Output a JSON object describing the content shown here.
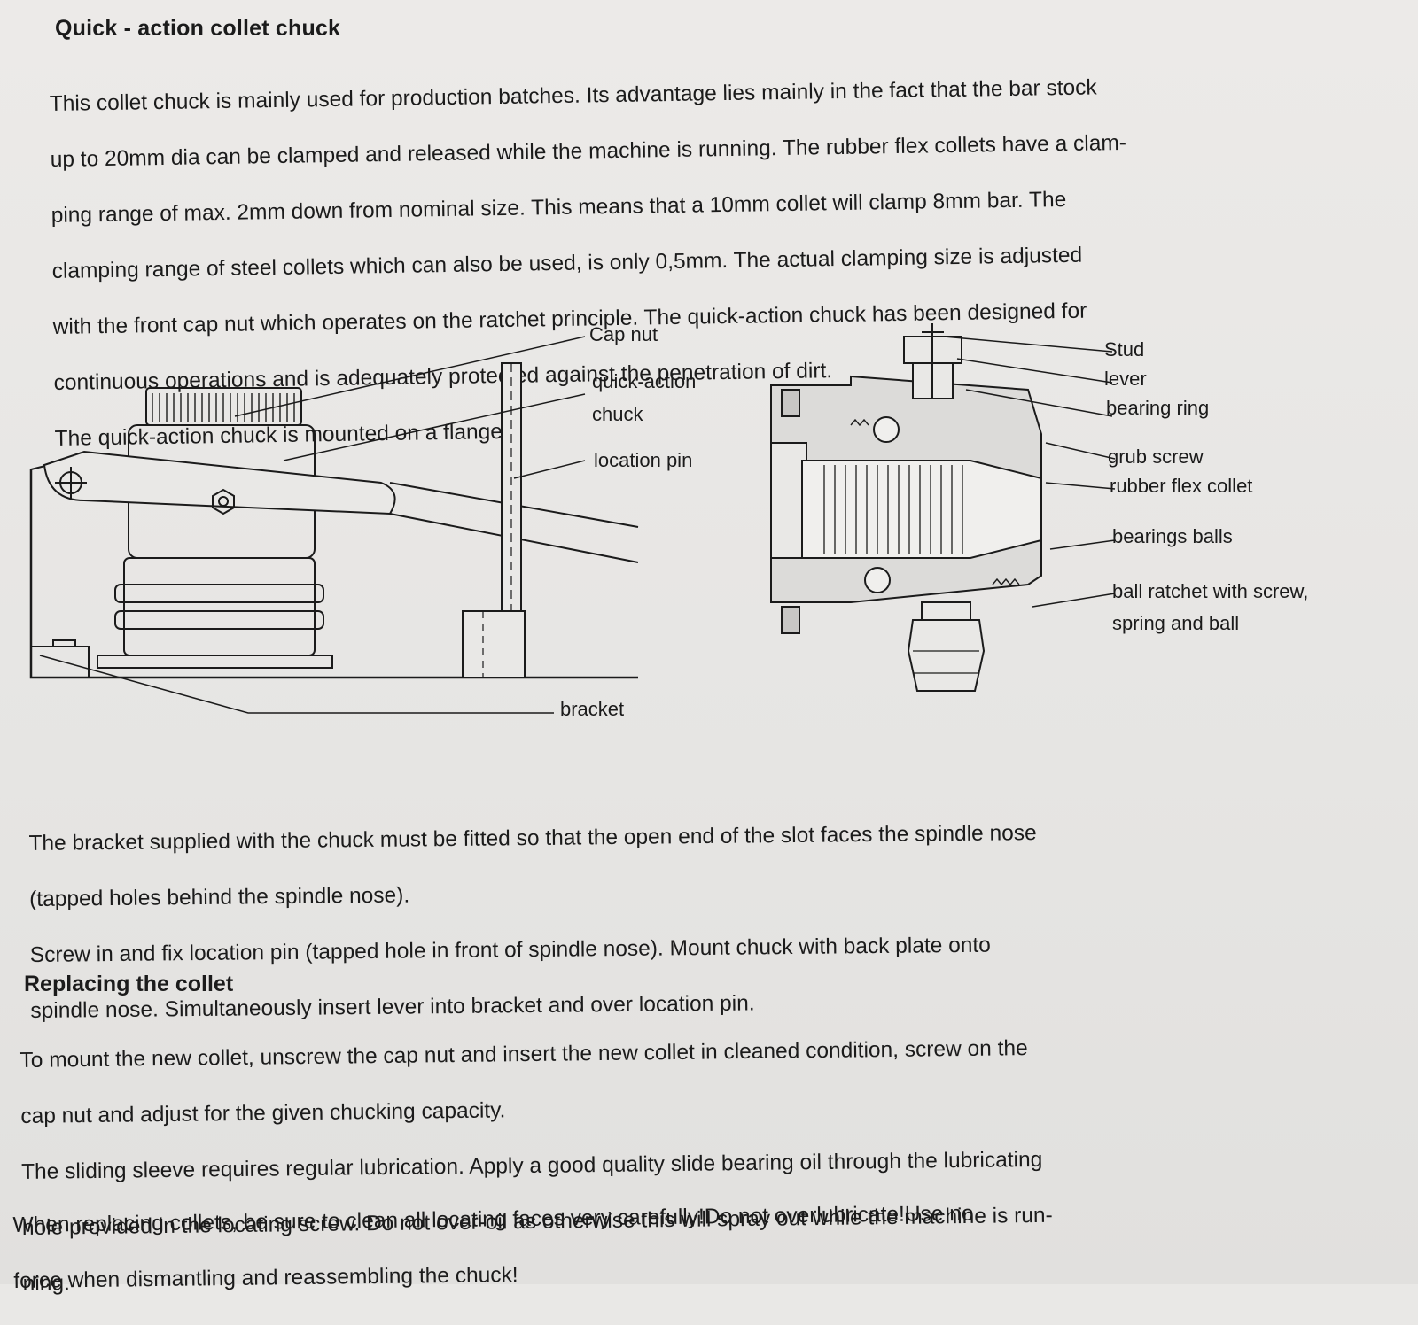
{
  "title": "Quick - action collet chuck",
  "intro_lines": [
    "This collet chuck is mainly used for production batches. Its advantage lies mainly in the fact that the bar stock",
    "up to 20mm dia can be clamped and released while the machine is running. The rubber flex collets have a clam-",
    "ping range of max. 2mm down from nominal size. This means that a 10mm collet will clamp 8mm bar. The",
    "clamping range of steel collets which can also be used, is only 0,5mm. The actual clamping size is adjusted",
    "with the front cap nut which operates on the ratchet principle. The quick-action chuck has been designed for",
    "continuous operations and is adequately protected against the penetration of dirt.",
    "The quick-action chuck is mounted on a flange."
  ],
  "left_diagram_labels": {
    "cap_nut": "Cap nut",
    "quick_action_1": "quick-action",
    "quick_action_2": "chuck",
    "location_pin": "location pin",
    "bracket": "bracket"
  },
  "right_diagram_labels": {
    "stud": "Stud",
    "lever": "lever",
    "bearing_ring": "bearing ring",
    "grub_screw": "grub screw",
    "rubber_flex_collet": "rubber flex collet",
    "bearings_balls": "bearings balls",
    "ball_ratchet_1": "ball ratchet with screw,",
    "ball_ratchet_2": "spring and ball"
  },
  "bracket_lines": [
    "The bracket supplied with the chuck must be fitted so that the open end of the slot faces the spindle nose",
    "(tapped holes behind the spindle nose).",
    "Screw in and fix location pin (tapped hole in front of spindle nose). Mount chuck with back plate onto",
    "spindle nose. Simultaneously insert lever into bracket and over location pin."
  ],
  "section2_title": "Replacing the collet",
  "replace_lines": [
    "To mount the new collet, unscrew the cap nut and insert the new collet in cleaned condition, screw on the",
    "cap nut and adjust for the given chucking capacity.",
    "The sliding sleeve requires regular lubrication. Apply a good quality slide bearing oil through the lubricating",
    "hole provided in the locating screw. Do not over-oil as otherwise this will spray out while the machine is run-",
    "ning."
  ],
  "warning_lines": [
    "When replacing collets, be sure to clean all locating faces very carefully!Do not overlubricate!Use no",
    "force when dismantling and reassembling the chuck!"
  ]
}
